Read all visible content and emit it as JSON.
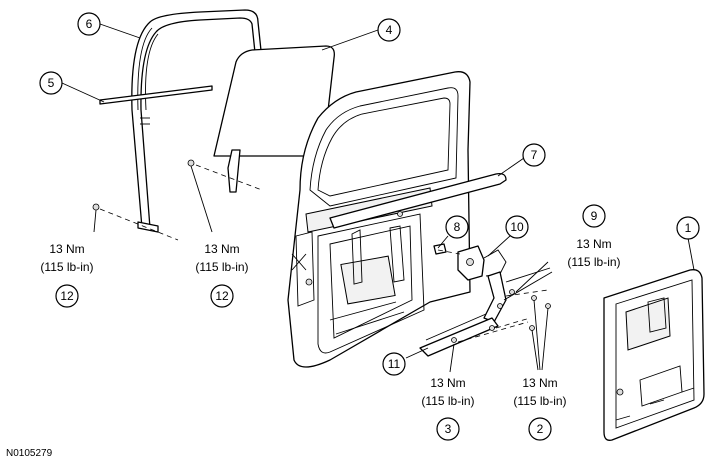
{
  "figure_id": "N0105279",
  "callouts": {
    "c1": "1",
    "c2": "2",
    "c3": "3",
    "c4": "4",
    "c5": "5",
    "c6": "6",
    "c7": "7",
    "c8": "8",
    "c9": "9",
    "c10": "10",
    "c11": "11",
    "c12a": "12",
    "c12b": "12"
  },
  "torque": {
    "left_nm": "13 Nm",
    "left_lbin": "(115 lb-in)",
    "mid_nm": "13 Nm",
    "mid_lbin": "(115 lb-in)",
    "right9_nm": "13 Nm",
    "right9_lbin": "(115 lb-in)",
    "bottom3_nm": "13 Nm",
    "bottom3_lbin": "(115 lb-in)",
    "bottom2_nm": "13 Nm",
    "bottom2_lbin": "(115 lb-in)"
  }
}
